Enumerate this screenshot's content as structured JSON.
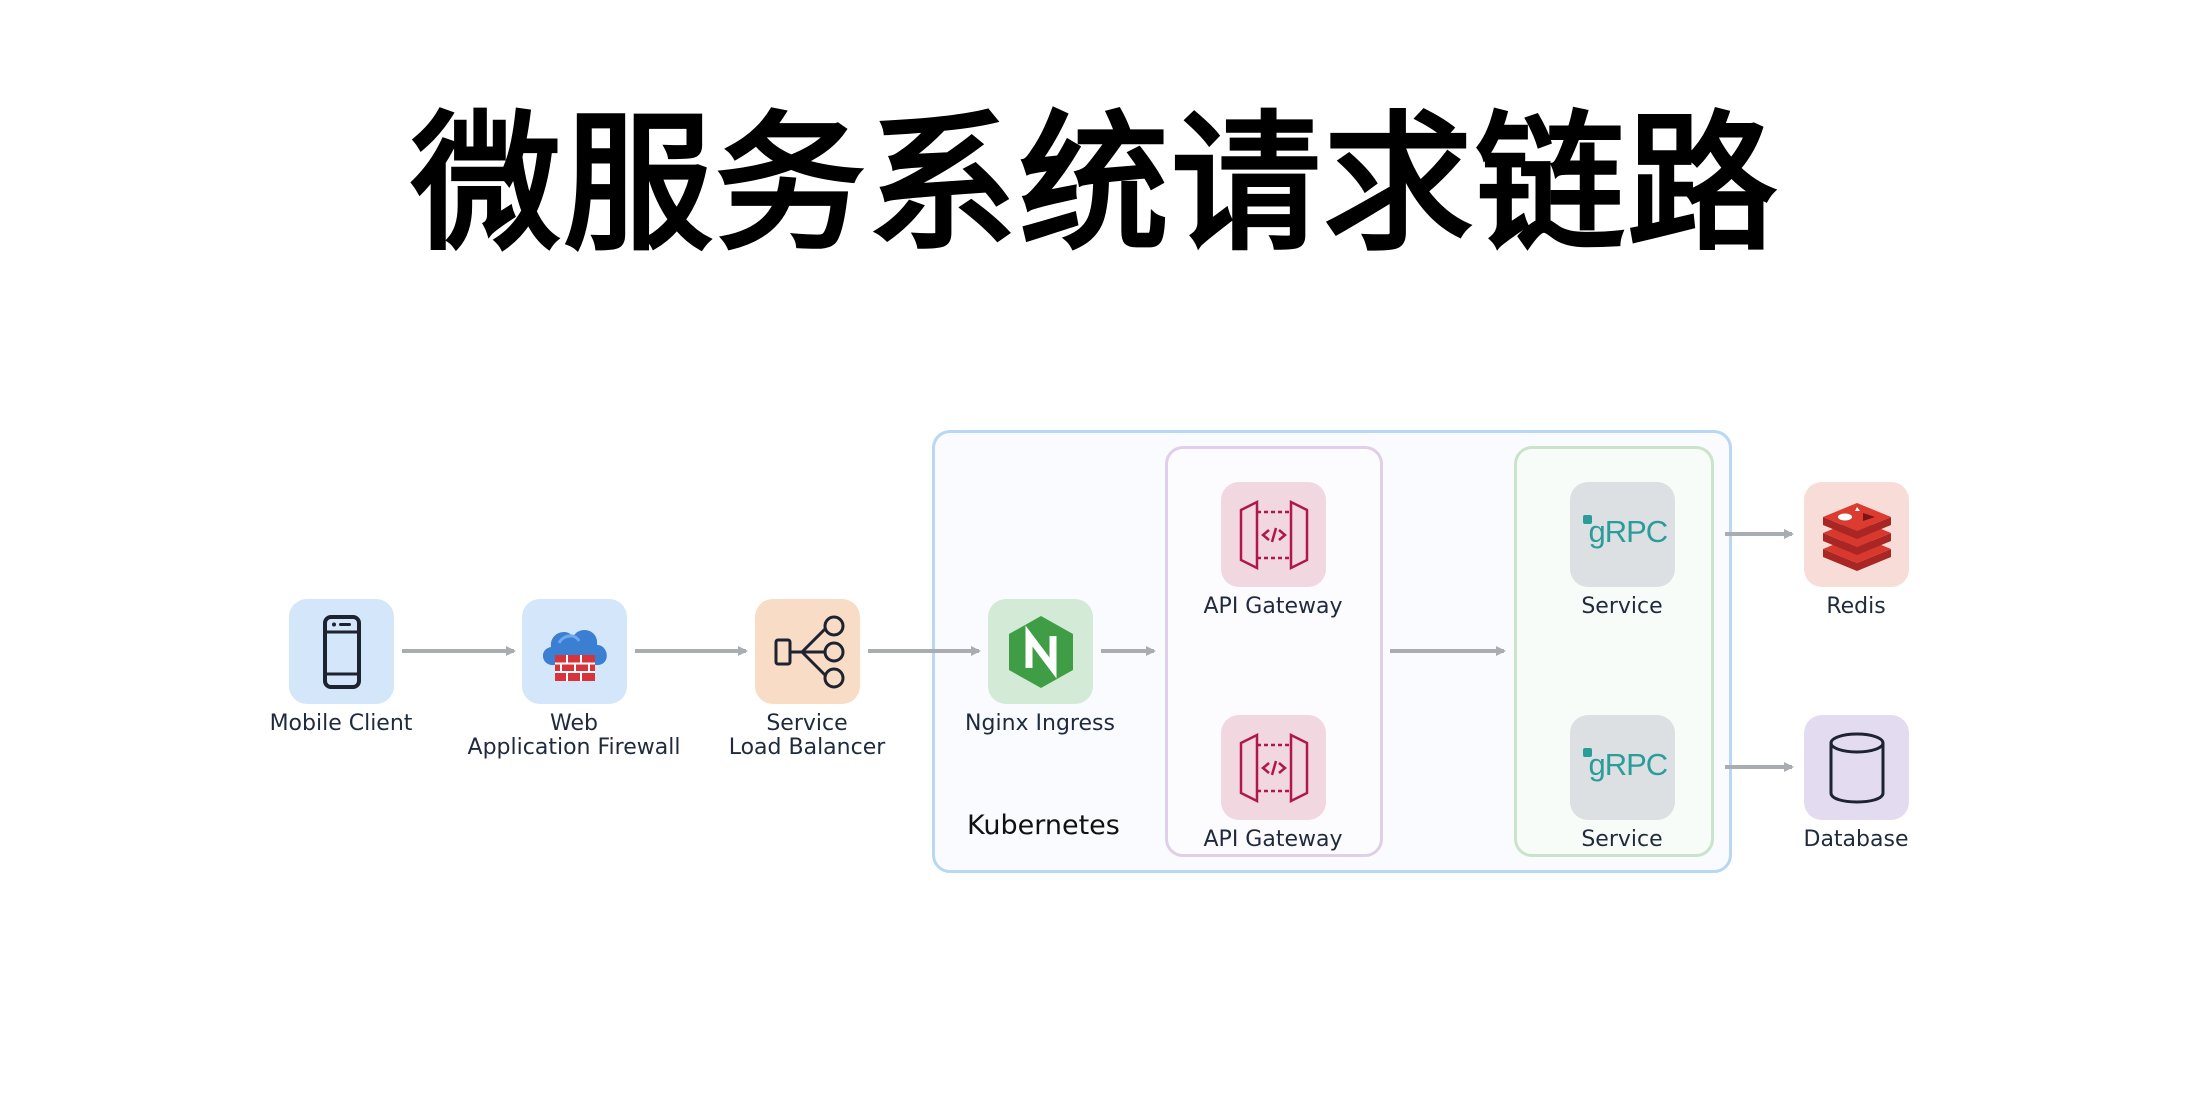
{
  "title": "微服务系统请求链路",
  "containers": {
    "kubernetes_label": "Kubernetes"
  },
  "nodes": {
    "mobile_client": {
      "label1": "Mobile Client",
      "icon": "smartphone-icon",
      "bg": "#d4e6f9"
    },
    "waf": {
      "label1": "Web",
      "label2": "Application Firewall",
      "icon": "cloud-firewall-icon",
      "bg": "#d4e6f9"
    },
    "lb": {
      "label1": "Service",
      "label2": "Load Balancer",
      "icon": "load-balancer-icon",
      "bg": "#f8dcc6"
    },
    "nginx": {
      "label1": "Nginx Ingress",
      "icon": "nginx-icon",
      "bg": "#d3ead6"
    },
    "gateway1": {
      "label1": "API Gateway",
      "icon": "api-gateway-icon",
      "bg": "#f1d7df"
    },
    "gateway2": {
      "label1": "API Gateway",
      "icon": "api-gateway-icon",
      "bg": "#f1d7df"
    },
    "service1": {
      "label1": "Service",
      "icon": "grpc-icon",
      "icon_text": "gRPC",
      "bg": "#dde0e3"
    },
    "service2": {
      "label1": "Service",
      "icon": "grpc-icon",
      "icon_text": "gRPC",
      "bg": "#dde0e3"
    },
    "redis": {
      "label1": "Redis",
      "icon": "redis-icon",
      "bg": "#f7dcd8"
    },
    "database": {
      "label1": "Database",
      "icon": "database-icon",
      "bg": "#e3dcf1"
    }
  },
  "colors": {
    "arrow": "#a9adb2",
    "nginx_green": "#3f9e45",
    "gateway_red": "#b0174c",
    "grpc_teal": "#2a9d9a",
    "redis_red": "#c8312b"
  }
}
